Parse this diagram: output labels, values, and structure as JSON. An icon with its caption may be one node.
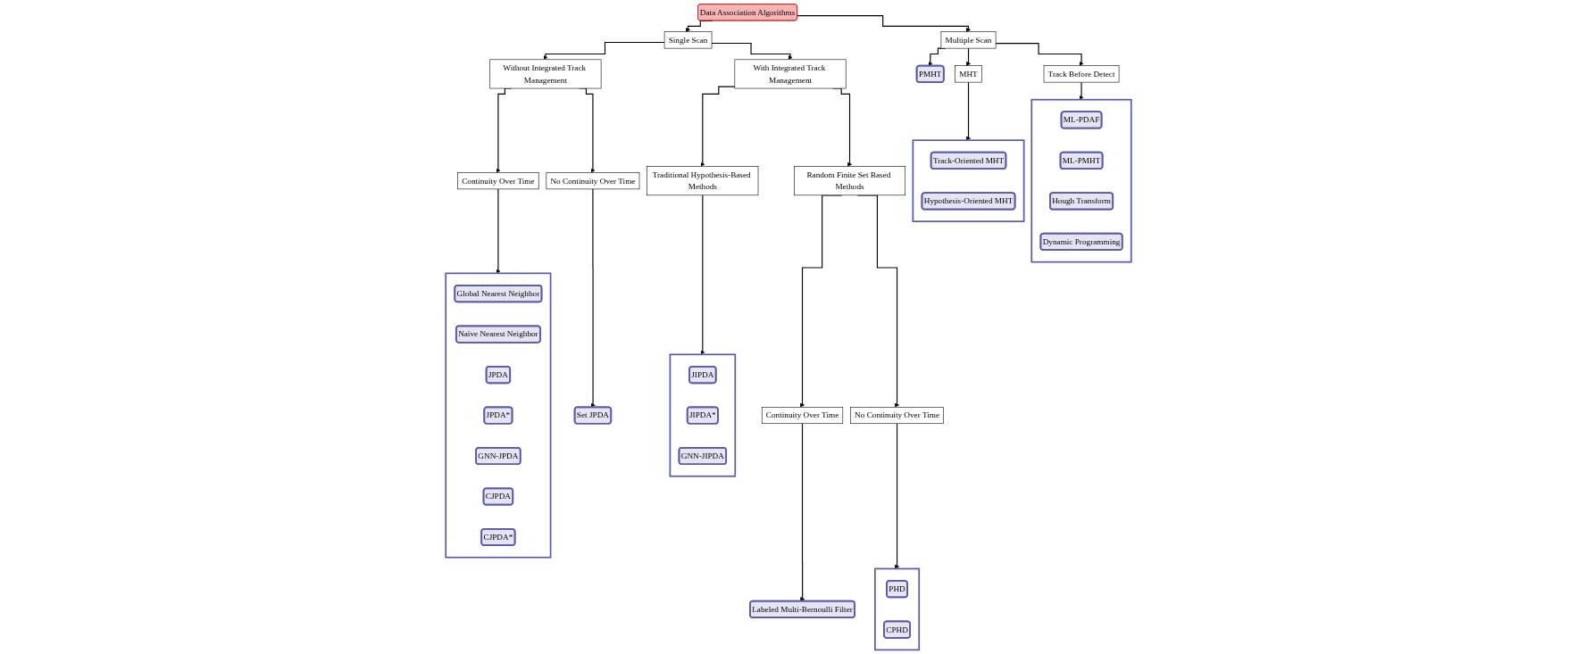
{
  "diagram": {
    "nodes": [
      {
        "text": [
          "Data Association Algorithms"
        ]
      },
      {
        "text": [
          "Single Scan"
        ]
      },
      {
        "text": [
          "Multiple Scan"
        ]
      },
      {
        "text": [
          "PMHT"
        ]
      },
      {
        "text": [
          "MHT"
        ]
      },
      {
        "text": [
          "Track Before Detect"
        ]
      },
      {
        "text": [
          "Without Integrated Track Management"
        ]
      },
      {
        "text": [
          "With Integrated Track Management"
        ]
      },
      {
        "text": [],
        "shape": "box"
      },
      {
        "text": [
          "ML-PDAF"
        ],
        "in": 8
      },
      {
        "text": [
          "ML-PMHT"
        ],
        "in": 8
      },
      {
        "text": [
          "Hough Transform"
        ],
        "in": 8
      },
      {
        "text": [
          "Dynamic Programming"
        ],
        "in": 8
      },
      {
        "text": [],
        "shape": "box"
      },
      {
        "text": [
          "Track-Oriented MHT"
        ],
        "in": 13
      },
      {
        "text": [
          "Hypothesis-Oriented MHT"
        ],
        "in": 13
      },
      {
        "text": [
          "Continuity Over Time"
        ]
      },
      {
        "text": [
          "No Continuity Over Time"
        ]
      },
      {
        "text": [
          "Traditional Hypothesis-Based Methods"
        ]
      },
      {
        "text": [
          "Random Finite Set Based Methods"
        ]
      },
      {
        "text": [],
        "shape": "box"
      },
      {
        "text": [
          "Global Nearest Neighbor"
        ],
        "in": 20
      },
      {
        "text": [
          "Naïve Nearest Neighbor"
        ],
        "in": 20
      },
      {
        "text": [
          "JPDA"
        ],
        "in": 20
      },
      {
        "text": [
          "JPDA*"
        ],
        "in": 20
      },
      {
        "text": [
          "GNN-JPDA"
        ],
        "in": 20
      },
      {
        "text": [
          "CJPDA"
        ],
        "in": 20
      },
      {
        "text": [
          "CJPDA*"
        ],
        "in": 20
      },
      {
        "text": [
          "Set JPDA"
        ]
      },
      {
        "text": [],
        "shape": "box"
      },
      {
        "text": [
          "JIPDA"
        ],
        "in": 29
      },
      {
        "text": [
          "JIPDA*"
        ],
        "in": 29
      },
      {
        "text": [
          "GNN-JIPDA"
        ],
        "in": 29
      },
      {
        "text": [
          "Continuity Over Time"
        ]
      },
      {
        "text": [
          "No Continuity Over Time"
        ]
      },
      {
        "text": [
          "Labeled Multi-Bernoulli Filter"
        ]
      },
      {
        "text": [],
        "shape": "box"
      },
      {
        "text": [
          "PHD"
        ],
        "in": 36
      },
      {
        "text": [
          "CPHD"
        ],
        "in": 36
      }
    ],
    "edges": [
      {
        "from": 0,
        "to": 1,
        "arrow": "to"
      },
      {
        "from": 0,
        "to": 2,
        "arrow": "to"
      },
      {
        "from": 2,
        "to": 3,
        "arrow": "to"
      },
      {
        "from": 2,
        "to": 4,
        "arrow": "to"
      },
      {
        "from": 2,
        "to": 5,
        "arrow": "to"
      },
      {
        "from": 1,
        "to": 6,
        "arrow": "to"
      },
      {
        "from": 1,
        "to": 7,
        "arrow": "to"
      },
      {
        "from": 5,
        "to": 8,
        "arrow": "to"
      },
      {
        "from": 4,
        "to": 13,
        "arrow": "to"
      },
      {
        "from": 6,
        "to": 16,
        "arrow": "to"
      },
      {
        "from": 6,
        "to": 17,
        "arrow": "to"
      },
      {
        "from": 7,
        "to": 18,
        "arrow": "to"
      },
      {
        "from": 7,
        "to": 19,
        "arrow": "to"
      },
      {
        "from": 16,
        "to": 20,
        "arrow": "to"
      },
      {
        "from": 17,
        "to": 28,
        "arrow": "to"
      },
      {
        "from": 18,
        "to": 29,
        "arrow": "to"
      },
      {
        "from": 19,
        "to": 33,
        "arrow": "to"
      },
      {
        "from": 19,
        "to": 34,
        "arrow": "to"
      },
      {
        "from": 33,
        "to": 35,
        "arrow": "to"
      },
      {
        "from": 34,
        "to": 36,
        "arrow": "to"
      }
    ]
  }
}
